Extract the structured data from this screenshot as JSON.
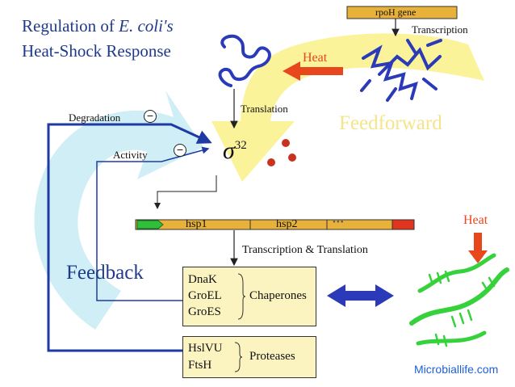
{
  "title": {
    "line1_prefix": "Regulation of ",
    "line1_italic": "E. coli's",
    "line2": "Heat-Shock Response"
  },
  "labels": {
    "gene": "rpoH gene",
    "transcription": "Transcription",
    "heat_top": "Heat",
    "translation": "Translation",
    "feedforward": "Feedforward",
    "degradation": "Degradation",
    "activity": "Activity",
    "sigma": "σ",
    "sigma_sup": "32",
    "hsp1": "hsp1",
    "hsp2": "hsp2",
    "ellipsis": "•••",
    "tx_tl": "Transcription & Translation",
    "feedback": "Feedback",
    "heat_right": "Heat",
    "minus": "−",
    "credit": "Microbiallife.com"
  },
  "chaperones": {
    "items": [
      "DnaK",
      "GroEL",
      "GroES"
    ],
    "label": "Chaperones"
  },
  "proteases": {
    "items": [
      "HslVU",
      "FtsH"
    ],
    "label": "Proteases"
  },
  "colors": {
    "title_blue": "#1f3a8a",
    "arrow_blue": "#1f3aa3",
    "heat_red": "#e8461c",
    "yellow_band": "#fbf39a",
    "feedforward_text": "#f4e48a",
    "feedback_cyan": "#cfeef6",
    "gene_orange": "#e8b23a",
    "chaperone_green": "#36d23c",
    "credit_blue": "#1e5fd6"
  },
  "icons": [
    "unfolded-protein-icon",
    "folded-rpoh-protein-icon",
    "sigma32-dots-icon",
    "misfolded-protein-icon"
  ]
}
